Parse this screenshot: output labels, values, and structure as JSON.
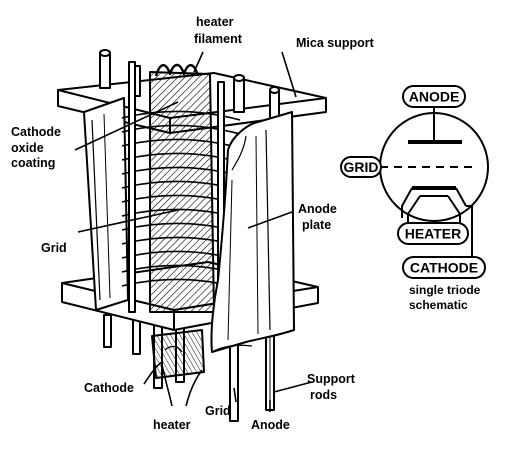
{
  "diagram": {
    "labels": {
      "heater_filament_1": "heater",
      "heater_filament_2": "filament",
      "mica_support": "Mica support",
      "cathode_oxide_1": "Cathode",
      "cathode_oxide_2": "oxide",
      "cathode_oxide_3": "coating",
      "grid": "Grid",
      "anode_plate_1": "Anode",
      "anode_plate_2": "plate",
      "cathode_bottom": "Cathode",
      "heater_bottom": "heater",
      "grid_bottom": "Grid",
      "anode_bottom": "Anode",
      "support_rods_1": "Support",
      "support_rods_2": "rods"
    },
    "schematic": {
      "anode": "ANODE",
      "grid": "GRID",
      "heater": "HEATER",
      "cathode": "CATHODE",
      "caption_1": "single triode",
      "caption_2": "schematic"
    }
  }
}
